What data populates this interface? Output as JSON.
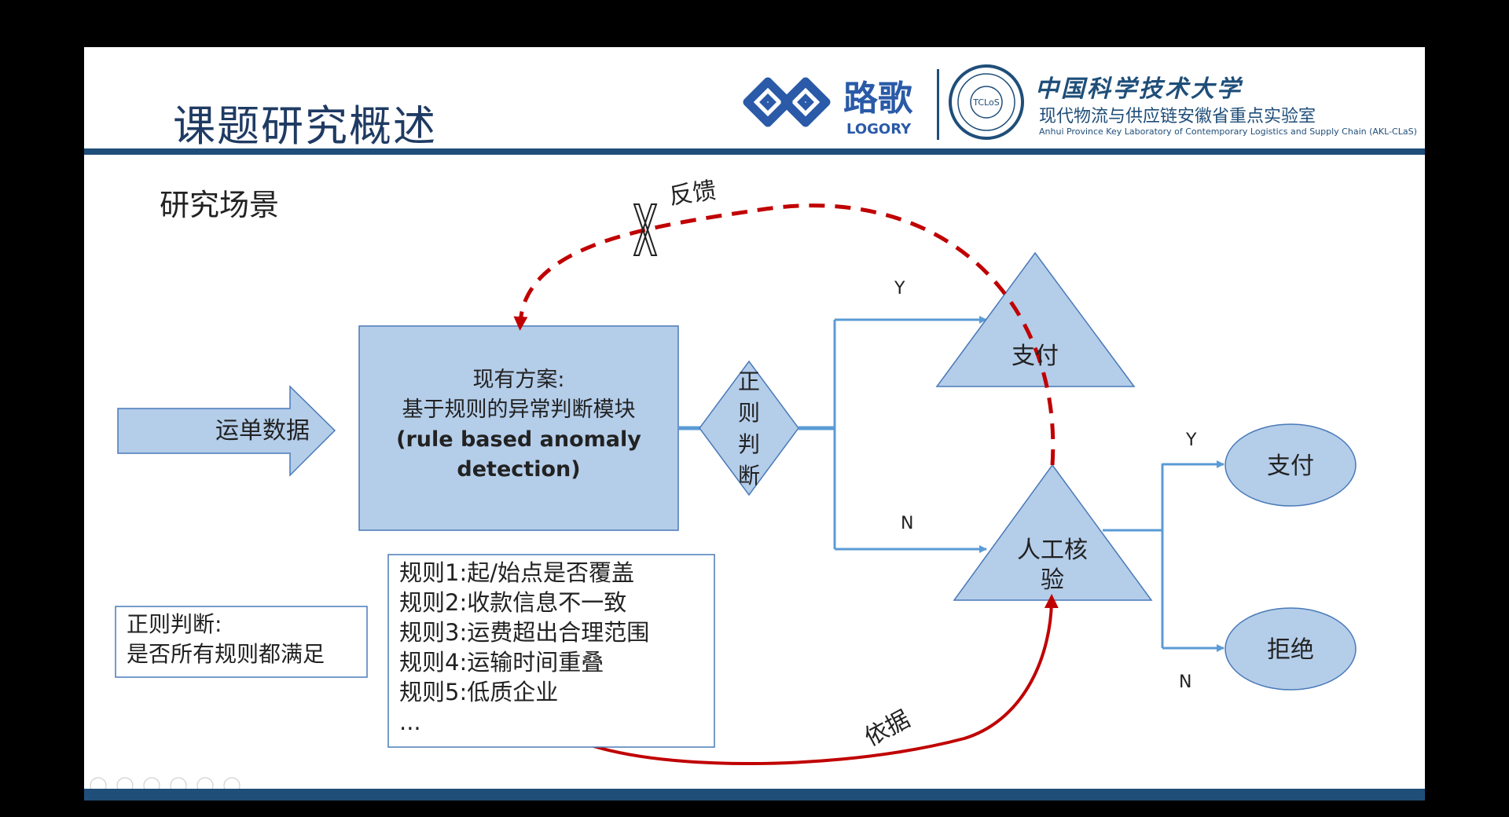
{
  "header": {
    "title": "课题研究概述",
    "logo_logory_cn": "路歌",
    "logo_logory_en": "LOGORY",
    "ustc_name": "中国科学技术大学",
    "ustc_lab": "现代物流与供应链安徽省重点实验室",
    "ustc_lab_en": "Anhui Province Key Laboratory of Contemporary Logistics and Supply Chain (AKL-CLaS)",
    "ustc_seal_text": "TCLoS"
  },
  "section_title": "研究场景",
  "diagram": {
    "input_label": "运单数据",
    "module_line1": "现有方案:",
    "module_line2": "基于规则的异常判断模块",
    "module_line3": "(rule based anomaly",
    "module_line4": "detection)",
    "decision_chars": [
      "正",
      "则",
      "判",
      "断"
    ],
    "branch_y_top": "Y",
    "branch_n_top": "N",
    "pay_triangle": "支付",
    "review_triangle_line1": "人工核",
    "review_triangle_line2": "验",
    "branch_y_bottom": "Y",
    "branch_n_bottom": "N",
    "pay_ellipse": "支付",
    "reject_ellipse": "拒绝",
    "feedback_label": "反馈",
    "basis_label": "依据",
    "rules": [
      "规则1:起/始点是否覆盖",
      "规则2:收款信息不一致",
      "规则3:运费超出合理范围",
      "规则4:运输时间重叠",
      "规则5:低质企业",
      "..."
    ],
    "note_line1": "正则判断:",
    "note_line2": "是否所有规则都满足"
  },
  "colors": {
    "shape_fill": "#b4cde9",
    "shape_stroke": "#4a7ab8",
    "connector": "#5b9bd5",
    "red_arrow": "#c00000",
    "title": "#1f3b63",
    "bar": "#1f4e79"
  }
}
